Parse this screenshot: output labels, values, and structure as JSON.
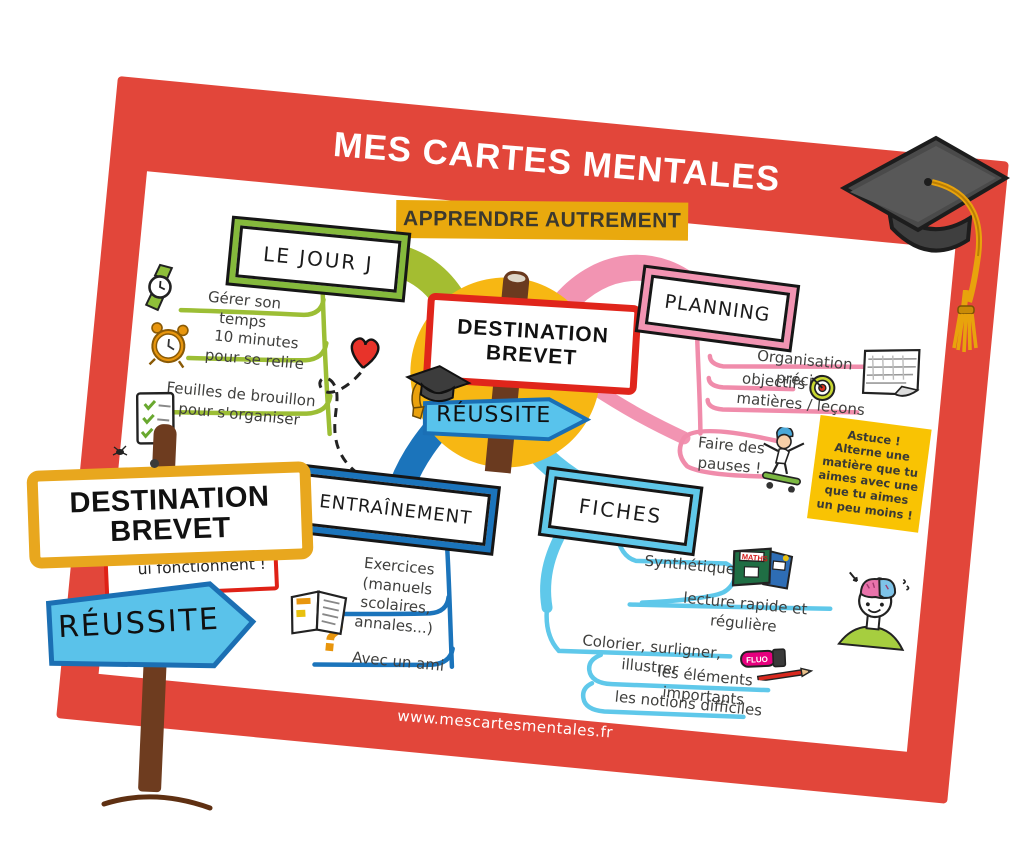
{
  "header": {
    "title": "MES CARTES MENTALES",
    "subtitle": "APPRENDRE AUTREMENT",
    "url": "www.mescartesmentales.fr"
  },
  "center": {
    "sign": "DESTINATION\nBREVET",
    "arrow": "RÉUSSITE"
  },
  "branches": {
    "le_jour_j": {
      "label": "LE JOUR J",
      "color": "#85b93c",
      "items": [
        {
          "text": "Gérer son temps",
          "icon": "watch-icon"
        },
        {
          "text": "10 minutes\npour se relire",
          "icon": "alarm-clock-icon"
        },
        {
          "text": "Feuilles de brouillon\npour s'organiser",
          "icon": "checklist-icon"
        }
      ]
    },
    "planning": {
      "label": "PLANNING",
      "color": "#f294b2",
      "items": [
        {
          "text": "Organisation précise",
          "icon": "calendar-icon"
        },
        {
          "text": "objectifs",
          "icon": "target-icon"
        },
        {
          "text": "matières / leçons"
        },
        {
          "text": "Faire des\npauses !",
          "icon": "skater-icon"
        }
      ],
      "note": "Astuce !\nAlterne une\nmatière que tu\naimes avec une\nque tu aimes\nun peu moins !"
    },
    "entrainement": {
      "label": "ENTRAÎNEMENT",
      "color": "#1b74bb",
      "items": [
        {
          "text": "Exercices\n(manuels\nscolaires,\nannales...)",
          "icon": "book-icon"
        },
        {
          "text": "Avec un ami",
          "icon": "question-mark-icon"
        }
      ]
    },
    "fiches": {
      "label": "FICHES",
      "color": "#5fc8ea",
      "items": [
        {
          "text": "Synthétiques",
          "icon": "maths-boxes-icon"
        },
        {
          "text": "lecture rapide et régulière",
          "icon": "brain-head-icon"
        },
        {
          "text": "Colorier, surligner, illustrer",
          "icon": "highlighter-and-pencil-icon"
        },
        {
          "text": "les éléments importants"
        },
        {
          "text": "les notions difficiles"
        }
      ]
    }
  },
  "signpost": {
    "sign": "DESTINATION\nBREVET",
    "note": "ui fonctionnent !",
    "arrow": "RÉUSSITE"
  },
  "marks": {
    "question": "?"
  },
  "icon_labels": {
    "maths_box": "MATHS",
    "marker": "FLUO"
  },
  "colors": {
    "poster_red": "#e2463a",
    "center_yellow": "#f7b713",
    "gold_banner": "#e9a90e",
    "green_branch": "#a4bd31",
    "pink_branch": "#f294b2",
    "blue_branch": "#1b74bb",
    "lightblue_branch": "#5fc8ea",
    "note_yellow": "#f9c303",
    "arrow_blue": "#58c3ec",
    "post_brown": "#6a3a1f",
    "sign_red_border": "#e0251b",
    "signpost_yellow": "#e8a71e"
  }
}
